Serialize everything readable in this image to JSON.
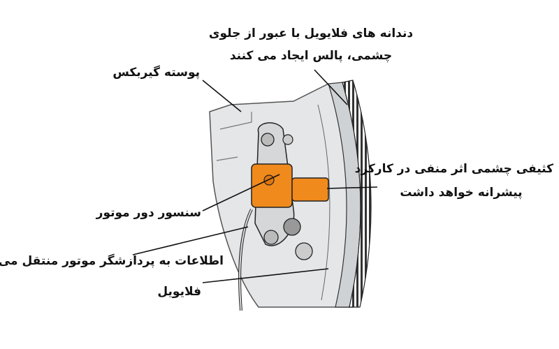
{
  "labels": {
    "teeth_line1": "دندانه های فلایویل با عبور از جلوی",
    "teeth_line2": "چشمی، پالس ایجاد می کنند",
    "housing": "پوسته گیربکس",
    "dirt_line1": "کثیفی چشمی اثر منفی در کارکرد",
    "dirt_line2": "پیشرانه خواهد داشت",
    "sensor": "سنسور دور موتور",
    "signal": "اطلاعات به پردازشگر موتور منتقل می شود",
    "flywheel": "فلایویل"
  },
  "colors": {
    "sensor": "#f08a1c",
    "housing": "#e4e6e8",
    "outline": "#222222"
  }
}
